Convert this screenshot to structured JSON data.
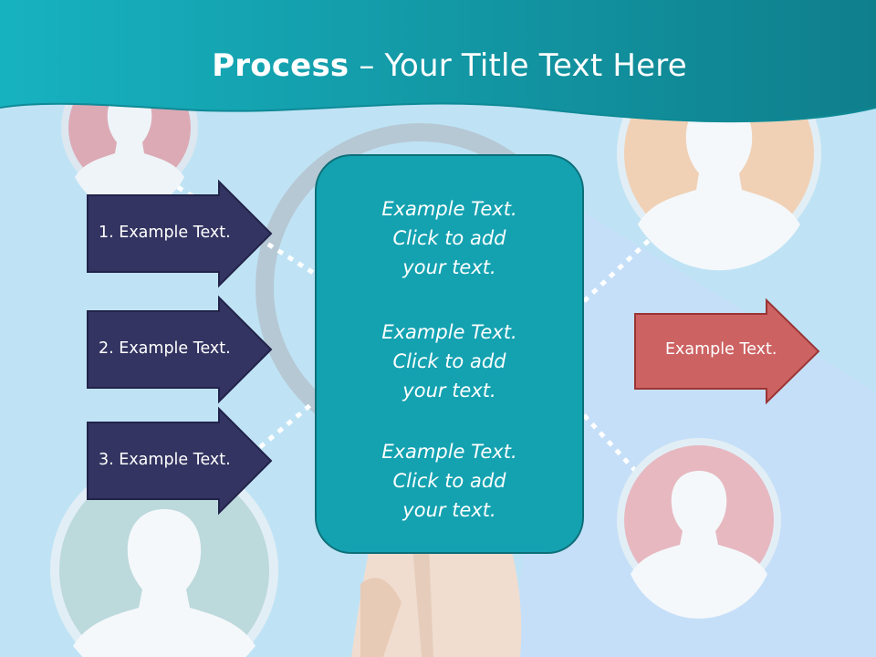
{
  "title": {
    "bold": "Process",
    "rest": " – Your Title Text Here"
  },
  "left_arrows": [
    {
      "label": "1. Example Text."
    },
    {
      "label": "2. Example Text."
    },
    {
      "label": "3. Example Text."
    }
  ],
  "center_blocks": [
    {
      "line1": "Example Text.",
      "line2": "Click  to add",
      "line3": "your text."
    },
    {
      "line1": "Example Text.",
      "line2": "Click  to add",
      "line3": "your text."
    },
    {
      "line1": "Example Text.",
      "line2": "Click  to add",
      "line3": "your text."
    }
  ],
  "right_arrow": {
    "label": "Example Text."
  },
  "colors": {
    "header_teal": "#14a3b3",
    "left_arrow_fill": "#333461",
    "center_box_fill": "#14a2b1",
    "right_arrow_fill": "#cd6262",
    "background": "#bfe3f5"
  },
  "icons": [
    "person-avatar-icon",
    "magnifier-illustration"
  ]
}
